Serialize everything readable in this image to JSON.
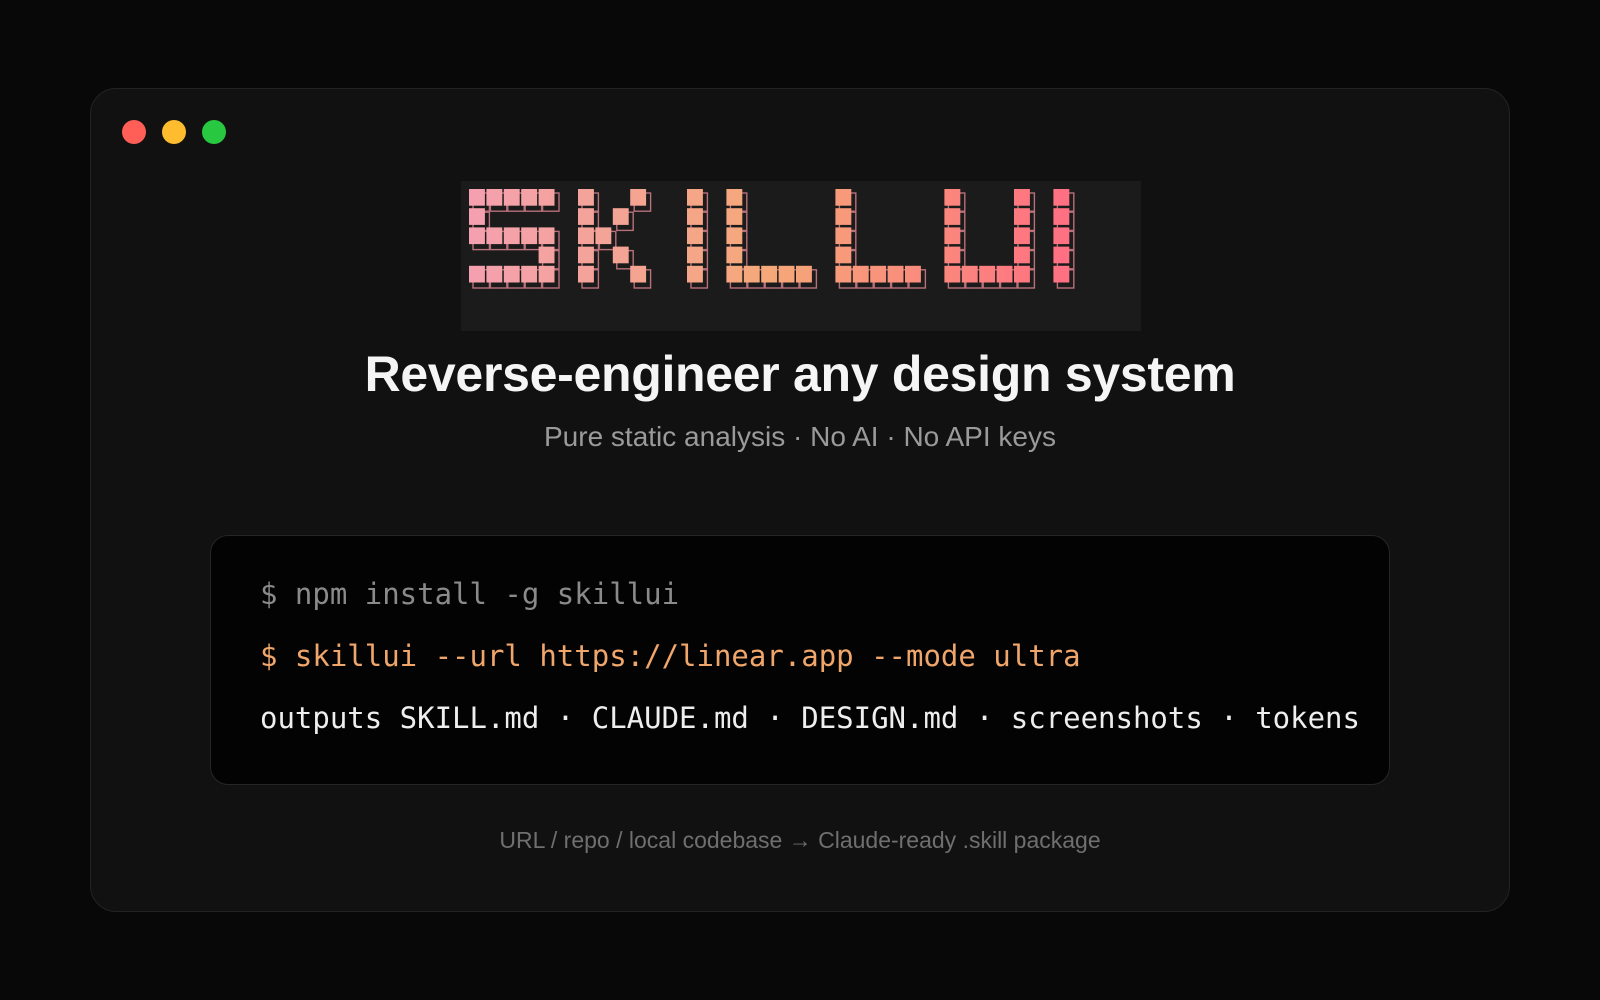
{
  "window": {
    "controls": [
      {
        "name": "close",
        "color": "#ff5f57"
      },
      {
        "name": "minimize",
        "color": "#febc2e"
      },
      {
        "name": "maximize",
        "color": "#28c840"
      }
    ]
  },
  "logo": {
    "text": "SKILLUI",
    "gradient_start": "#f4a0b0",
    "gradient_mid": "#f5a878",
    "gradient_end": "#ff6f82"
  },
  "hero": {
    "title": "Reverse-engineer any design system",
    "subtitle": "Pure static analysis · No AI · No API keys"
  },
  "terminal": {
    "lines": [
      "$ npm install -g skillui",
      "$ skillui --url https://linear.app --mode ultra",
      "outputs SKILL.md · CLAUDE.md · DESIGN.md · screenshots · tokens"
    ]
  },
  "footer": {
    "note": "URL / repo / local codebase → Claude-ready .skill package"
  }
}
